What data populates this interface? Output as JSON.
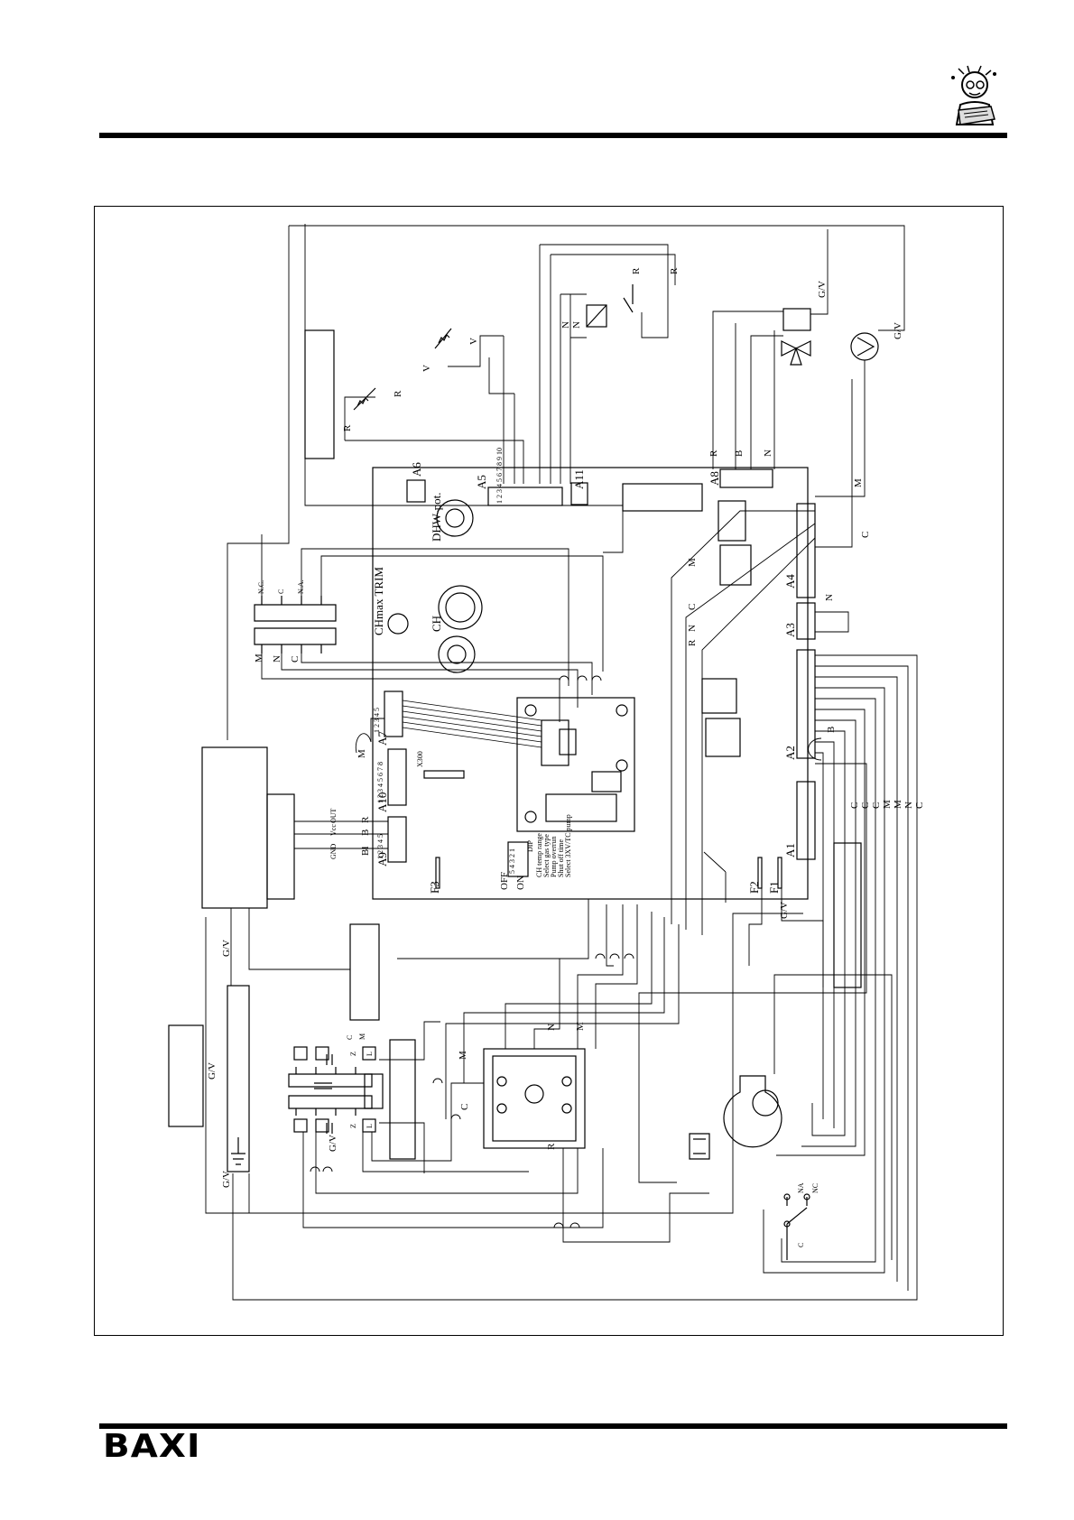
{
  "brand": {
    "logo_text": "BAXI"
  },
  "icons": {
    "mascot": "reading-technician-icon",
    "pump": "pump-icon",
    "fan": "fan-blower-icon",
    "valve": "three-way-valve-icon"
  },
  "board": {
    "connectors": [
      "A1",
      "A2",
      "A3",
      "A4",
      "A5",
      "A6",
      "A7",
      "A8",
      "A9",
      "A10",
      "A11"
    ],
    "fuses": [
      "F1",
      "F2",
      "F3"
    ],
    "labels": {
      "dhw_pot": "DHW-pot.",
      "chmax_trim": "CHmax TRIM",
      "ch": "CH",
      "x300": "X300"
    },
    "dip": {
      "off": "OFF",
      "on": "ON",
      "dip": "DIP",
      "numbers": "5 4 3 2 1",
      "lines": [
        "CH temp range",
        "Select gas type",
        "Pump overrun",
        "Shut off time",
        "Select 3XV/TC pump"
      ]
    },
    "pins_5": "1 2 3 4 5",
    "pins_8": "1 2 3 4 5 6 7 8",
    "pins_10": "1 2 3 4 5 6 7 8 9 10"
  },
  "wires": {
    "R": "R",
    "V": "V",
    "N": "N",
    "M": "M",
    "B": "B",
    "C": "C",
    "Bl": "Bl",
    "GV": "G/V",
    "NC_dot": "N.C.",
    "NA_dot": "N.A.",
    "NA": "NA",
    "NC": "NC",
    "out": "OUT",
    "vcc": "Vcc",
    "gnd": "GND",
    "L": "L",
    "Z": "Z"
  }
}
